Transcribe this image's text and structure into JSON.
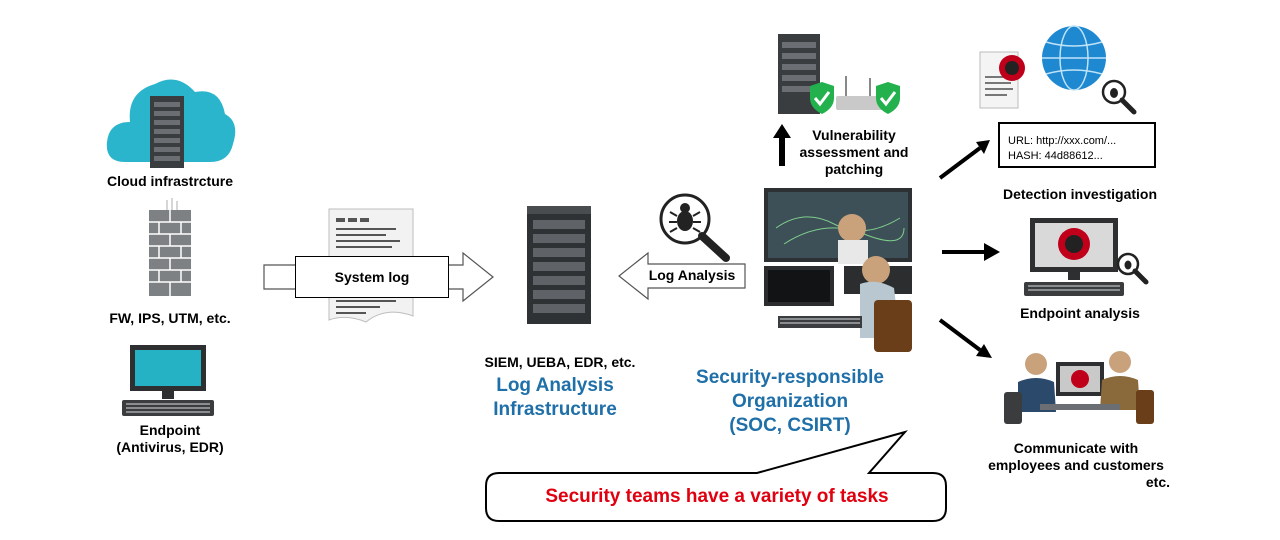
{
  "sources": {
    "cloud_label": "Cloud infrastrcture",
    "firewall_label": "FW,  IPS,  UTM, etc.",
    "endpoint_label_line1": "Endpoint",
    "endpoint_label_line2": "(Antivirus,  EDR)"
  },
  "flow": {
    "system_log_label": "System log",
    "log_analysis_label": "Log Analysis"
  },
  "infrastructure": {
    "tools_label": "SIEM, UEBA, EDR, etc.",
    "title_line1": "Log Analysis",
    "title_line2": "Infrastructure"
  },
  "organization": {
    "title_line1": "Security-responsible",
    "title_line2": "Organization",
    "title_line3": "(SOC, CSIRT)"
  },
  "tasks": {
    "vulnerability_line1": "Vulnerability",
    "vulnerability_line2": "assessment and",
    "vulnerability_line3": "patching",
    "detection_label": "Detection investigation",
    "detection_url": "URL:  http://xxx.com/...",
    "detection_hash": "HASH:  44d88612...",
    "endpoint_analysis_label": "Endpoint analysis",
    "communicate_line1": "Communicate with",
    "communicate_line2": "employees and customers",
    "communicate_line3": "etc."
  },
  "callout": {
    "text": "Security teams have a variety of tasks"
  },
  "colors": {
    "accent_blue": "#1f6fa8",
    "callout_red": "#e0000f",
    "shield_green": "#22b14c",
    "cloud_teal": "#2bb5cc",
    "alert_red": "#c0001a"
  }
}
